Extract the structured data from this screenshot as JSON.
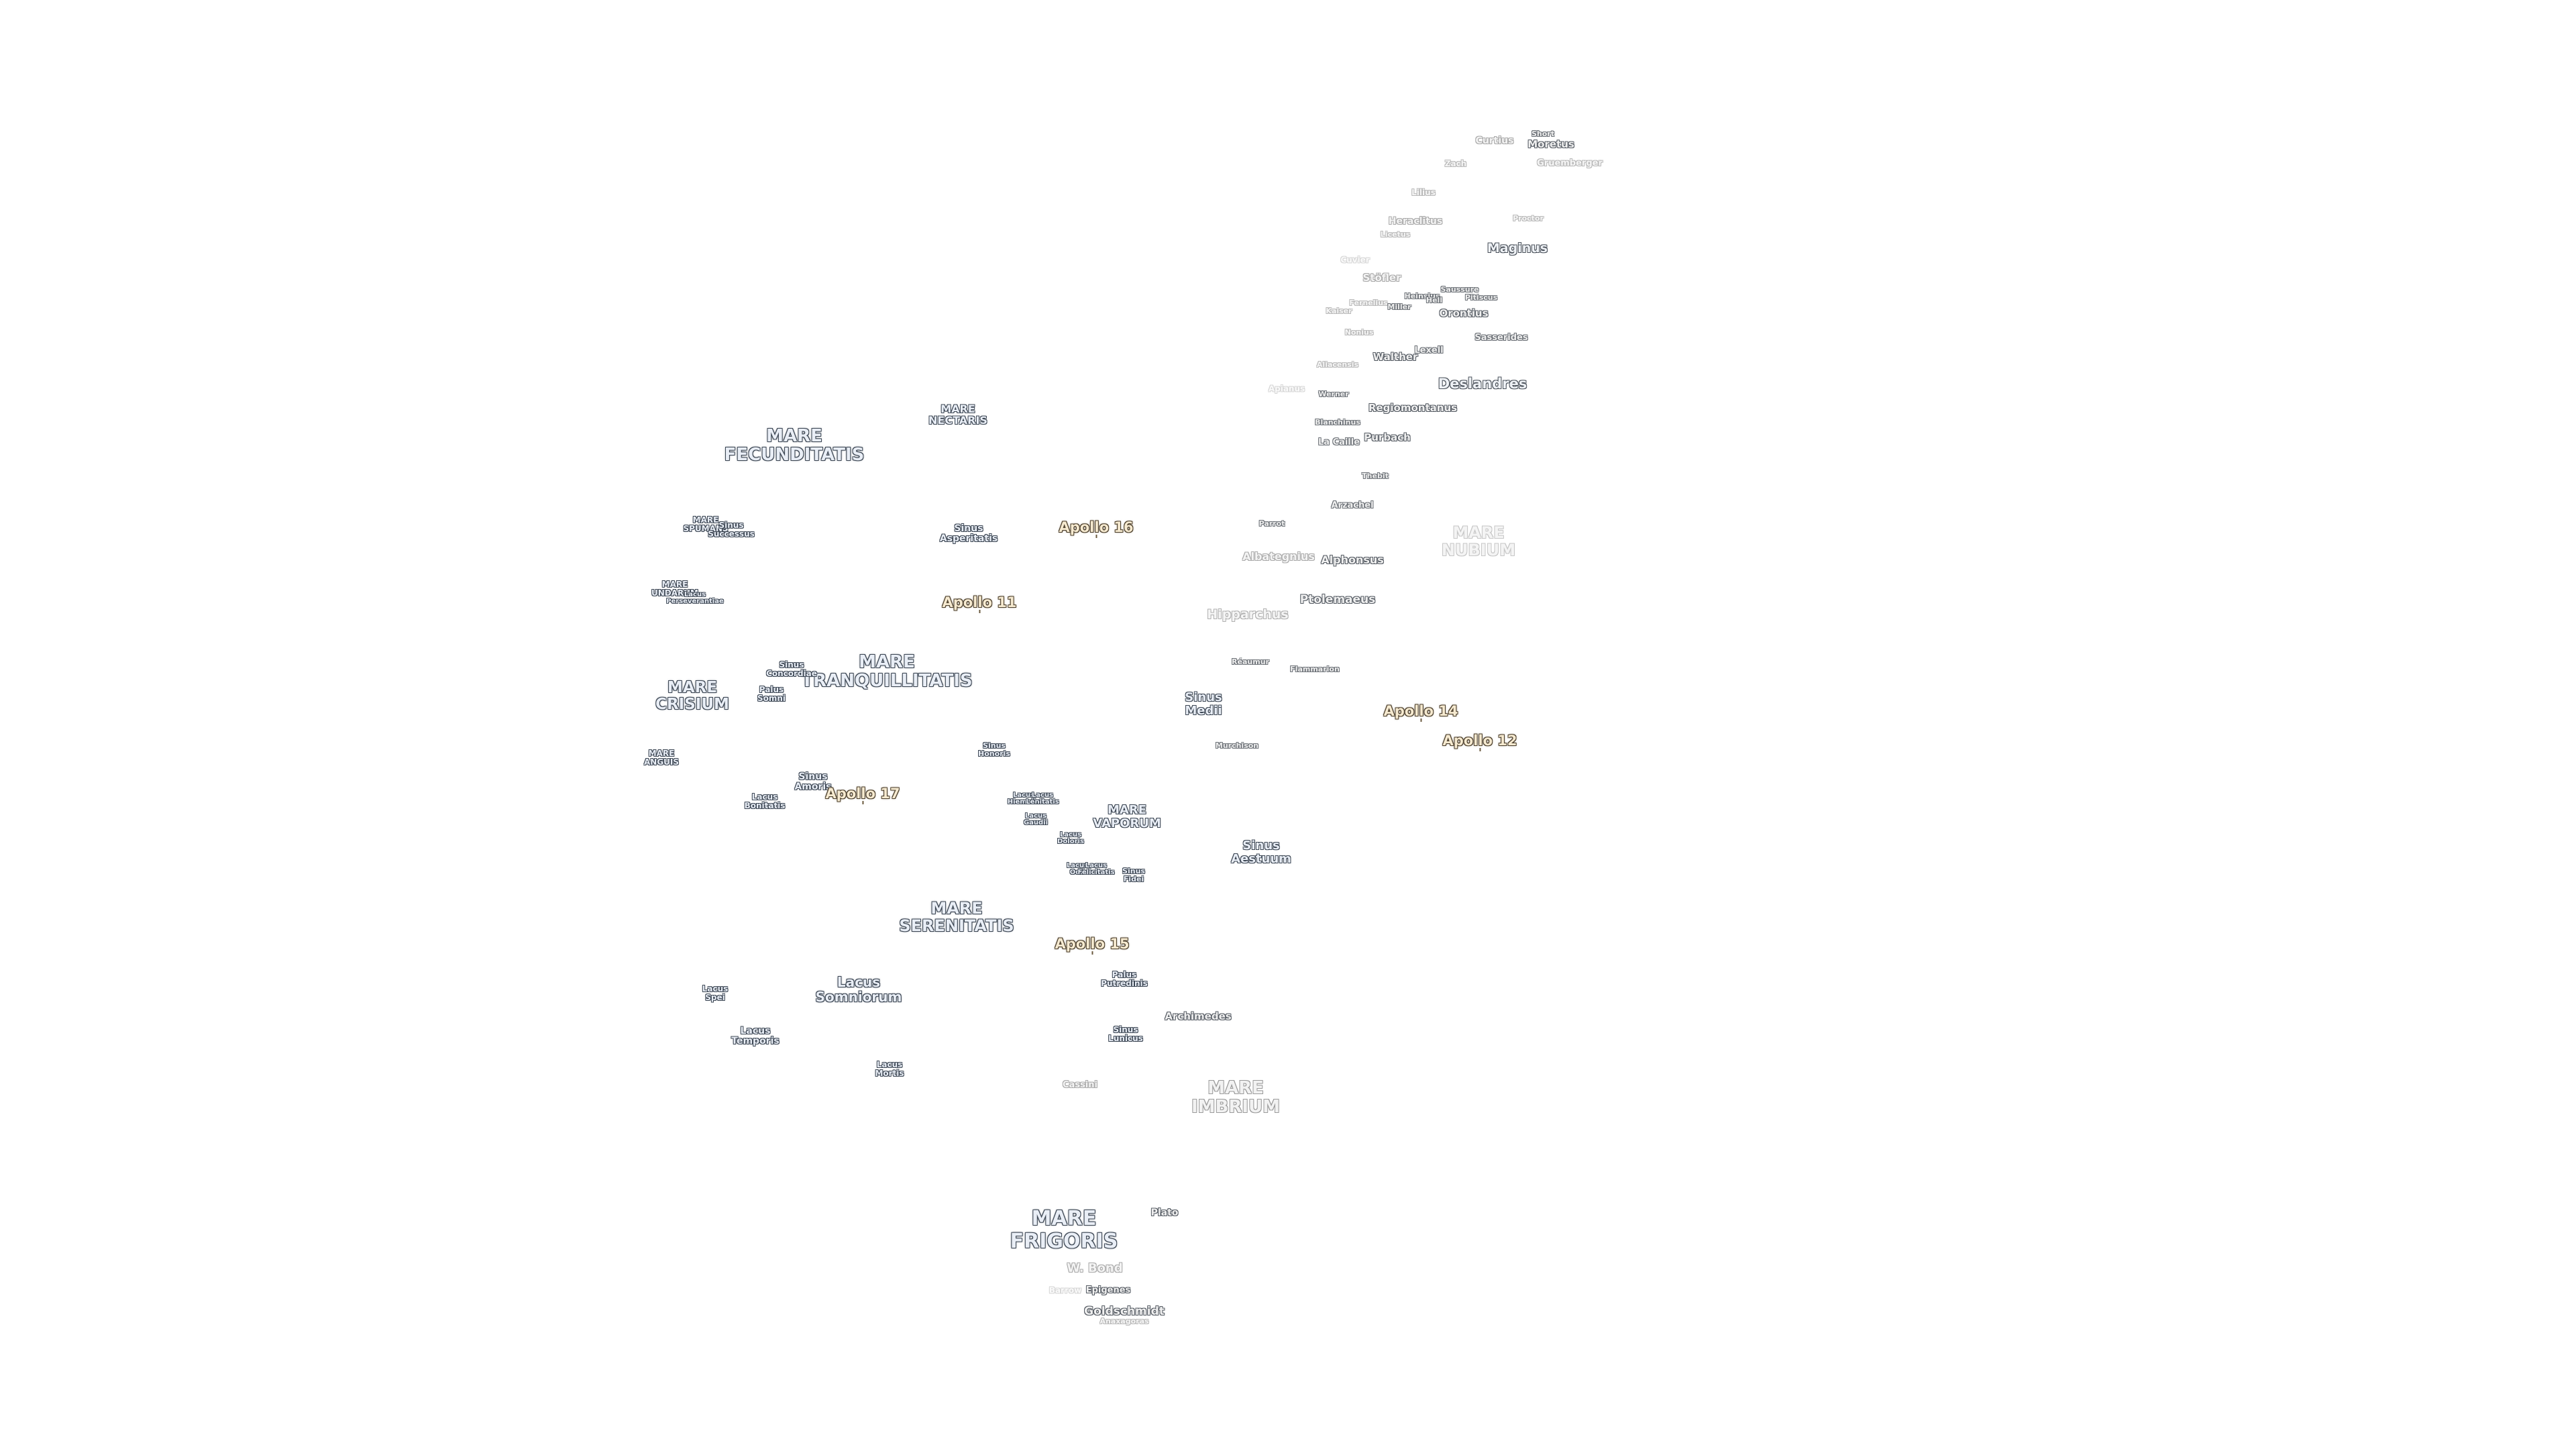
{
  "labels": {
    "mare_fecunditatis": "MARE\nFECUNDITATIS",
    "mare_nectaris": "MARE\nNECTARIS",
    "mare_spumans": "MARE\nSPUMANS",
    "sinus_successus": "Sinus\nSuccessus",
    "mare_undarum": "MARE\nUNDARUM",
    "lacus_perseverantiae": "Lacus\nPerseverantiae",
    "sinus_asperitatis": "Sinus\nAsperitatis",
    "apollo_16": "Apollo 16",
    "apollo_11": "Apollo 11",
    "mare_tranquillitatis": "MARE\nTRANQUILLITATIS",
    "sinus_concordiae": "Sinus\nConcordiae",
    "palus_somni": "Palus\nSomni",
    "mare_crisium": "MARE\nCRISIUM",
    "mare_anguis": "MARE\nANGUIS",
    "sinus_amoris": "Sinus\nAmoris",
    "lacus_bonitatis": "Lacus\nBonitatis",
    "apollo_17": "Apollo 17",
    "sinus_honoris": "Sinus\nHonoris",
    "lacus_hiemalis": "Lacus\nHiemalis",
    "lacus_lenitatis": "Lacus\nLenitatis",
    "lacus_gaudii": "Lacus\nGaudii",
    "lacus_doloris": "Lacus\nDoloris",
    "lacus_odii": "Lacus\nOdii",
    "lacus_felicitatis": "Lacus\nFelicitatis",
    "sinus_fidei": "Sinus\nFidei",
    "mare_vaporum": "MARE\nVAPORUM",
    "mare_serenitatis": "MARE\nSERENITATIS",
    "apollo_15": "Apollo 15",
    "palus_putredinis": "Palus\nPutredinis",
    "lacus_somniorum": "Lacus\nSomniorum",
    "lacus_spei": "Lacus\nSpei",
    "lacus_temporis": "Lacus\nTemporis",
    "lacus_mortis": "Lacus\nMortis",
    "archimedes": "Archimedes",
    "sinus_lunicus": "Sinus\nLunicus",
    "cassini": "Cassini",
    "mare_imbrium": "MARE\nIMBRIUM",
    "mare_frigoris": "MARE\nFRIGORIS",
    "plato": "Plato",
    "w_bond": "W. Bond",
    "epigenes": "Epigenes",
    "barrow": "Barrow",
    "goldschmidt": "Goldschmidt",
    "anaxagoras": "Anaxagoras",
    "sinus_medii": "Sinus\nMedii",
    "murchison": "Murchison",
    "sinus_aestuum": "Sinus\nAestuum",
    "reaumur": "Réaumur",
    "flammarion": "Flammarion",
    "apollo_14": "Apollo 14",
    "apollo_12": "Apollo 12",
    "hipparchus": "Hipparchus",
    "ptolemaeus": "Ptolemaeus",
    "albategnius": "Albategnius",
    "alphonsus": "Alphonsus",
    "parrot": "Parrot",
    "arzachel": "Arzachel",
    "thebit": "Thebit",
    "mare_nubium": "MARE\nNUBIUM",
    "purbach": "Purbach",
    "la_caille": "La Caille",
    "blanchinus": "Blanchinus",
    "regiomontanus": "Regiomontanus",
    "werner": "Werner",
    "aliacensis": "Aliacensis",
    "apianus": "Apianus",
    "walther": "Walther",
    "lexell": "Lexell",
    "deslandres": "Deslandres",
    "sasserides": "Sasserides",
    "nonius": "Nonius",
    "kaiser": "Kaiser",
    "fernelius": "Fernelius",
    "stoefler": "Stöfler",
    "miller": "Miller",
    "heinsius_a": "Heinsius",
    "hell": "Hell",
    "orontius": "Orontius",
    "pitiscus": "Pitiscus",
    "saussure": "Saussure",
    "maginus": "Maginus",
    "proctor": "Proctor",
    "licetus": "Licetus",
    "heraclitus": "Heraclitus",
    "lilius": "Lilius",
    "zach": "Zach",
    "curtius": "Curtius",
    "gruemberger": "Gruemberger",
    "short": "Short",
    "moretus": "Moretus",
    "cuvier_faint": "Cuvier"
  }
}
